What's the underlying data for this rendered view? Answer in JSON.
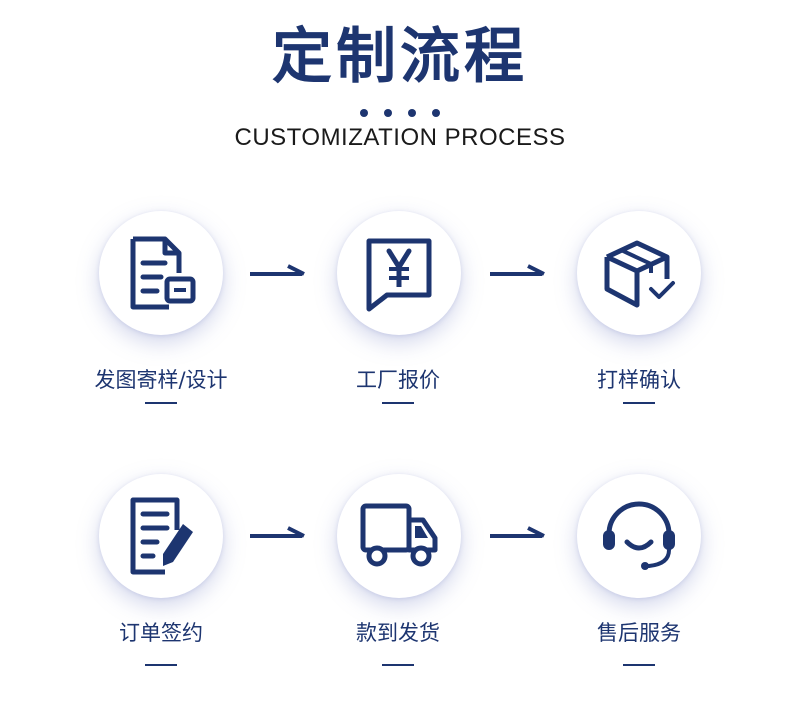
{
  "header": {
    "title": "定制流程",
    "subtitle": "CUSTOMIZATION PROCESS"
  },
  "steps": [
    {
      "label": "发图寄样/设计",
      "icon": "document-edit-icon"
    },
    {
      "label": "工厂报价",
      "icon": "yen-quote-icon"
    },
    {
      "label": "打样确认",
      "icon": "box-check-icon"
    },
    {
      "label": "订单签约",
      "icon": "contract-sign-icon"
    },
    {
      "label": "款到发货",
      "icon": "delivery-truck-icon"
    },
    {
      "label": "售后服务",
      "icon": "headset-service-icon"
    }
  ],
  "colors": {
    "primary": "#1d3570",
    "background": "#ffffff"
  }
}
